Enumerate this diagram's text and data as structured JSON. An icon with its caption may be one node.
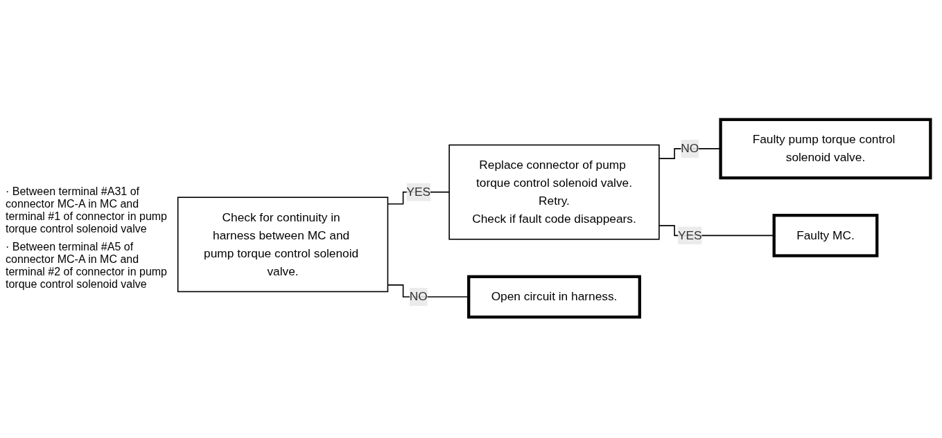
{
  "diagram": {
    "nodes": [
      {
        "text": [
          "Check for continuity in harness between MC and pump torque control solenoid valve."
        ],
        "beside": [
          "· Between terminal #A31 of connector MC-A in MC and terminal #1 of connector in pump torque control solenoid valve",
          "· Between terminal #A5 of connector MC-A in MC and terminal #2 of connector in pump torque control solenoid valve"
        ]
      },
      {
        "text": [
          "Replace connector of pump torque control solenoid valve.",
          "Retry.",
          "Check if fault code disappears."
        ]
      },
      {
        "text": [
          "Faulty pump torque control solenoid valve."
        ]
      },
      {
        "text": [
          "Faulty MC."
        ]
      },
      {
        "text": [
          "Open circuit in harness."
        ]
      }
    ],
    "edges": [
      {
        "from": 0,
        "to": 1,
        "label": "YES",
        "arrow": "none"
      },
      {
        "from": 0,
        "to": 4,
        "label": "NO",
        "arrow": "none"
      },
      {
        "from": 1,
        "to": 2,
        "label": "NO",
        "arrow": "none"
      },
      {
        "from": 1,
        "to": 3,
        "label": "YES",
        "arrow": "none"
      }
    ]
  }
}
